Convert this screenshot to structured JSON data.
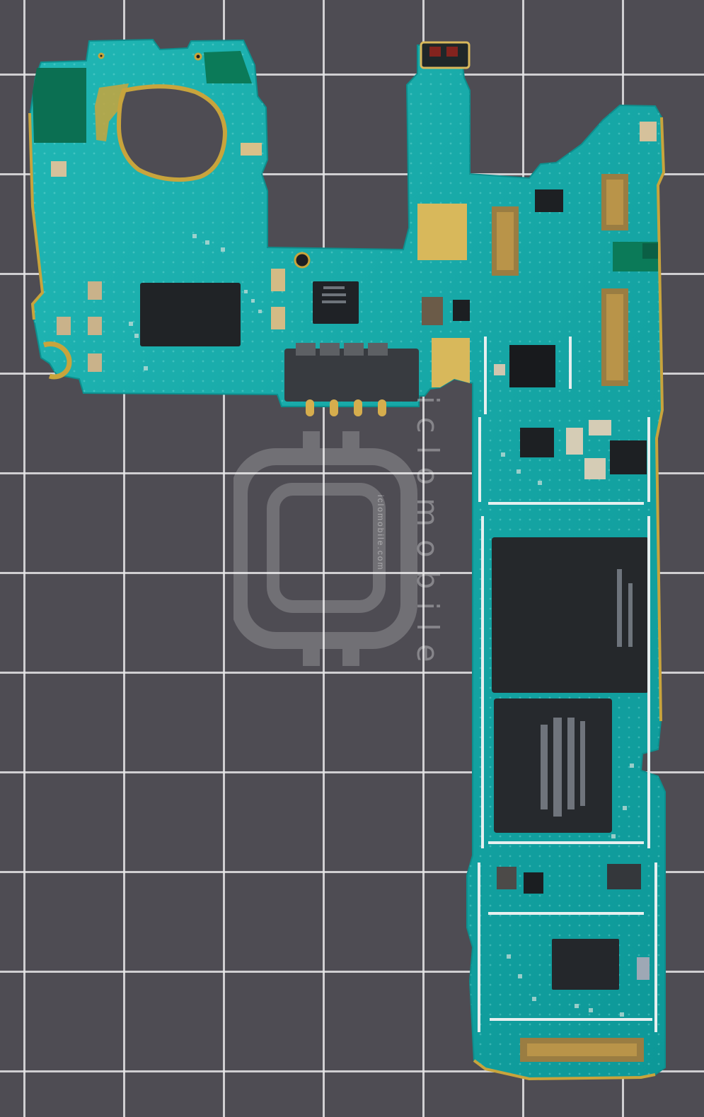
{
  "image": {
    "subject": "smartphone logic board on cutting mat",
    "background_color": "#4e4c53",
    "grid_color": "#e6e6e8",
    "board_color": "#15a5a4",
    "chip_color": "#202326",
    "gold_color": "#c8a43c"
  },
  "watermark": {
    "vertical_text": "iclomobile",
    "small_text": "iclomobile.com"
  }
}
